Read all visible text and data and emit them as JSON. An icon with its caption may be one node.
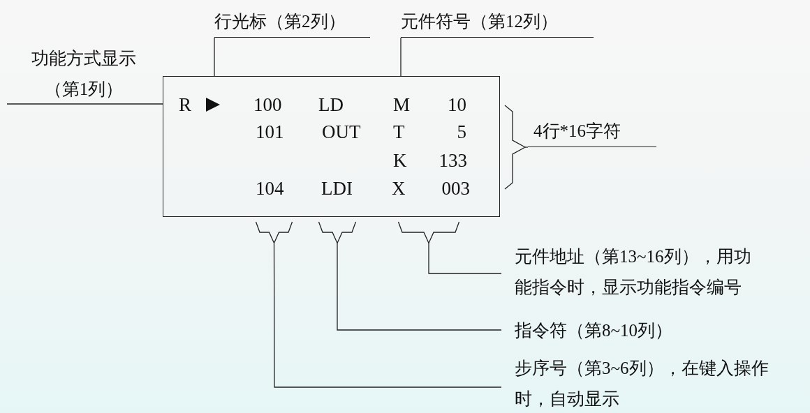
{
  "diagram": {
    "nodes": [
      {
        "text": [
          "R",
          "100",
          "LD",
          "M",
          "10",
          "101",
          "OUT",
          "T",
          "5",
          "K",
          "133",
          "104",
          "LDI",
          "X",
          "003"
        ]
      },
      {
        "text": [
          "功能方式显示（第1列）"
        ]
      },
      {
        "text": [
          "行光标（第2列）"
        ]
      },
      {
        "text": [
          "元件符号（第12列）"
        ]
      },
      {
        "text": [
          "4行*16字符"
        ]
      },
      {
        "text": [
          "元件地址（第13~16列），用功能指令时，显示功能指令编号"
        ]
      },
      {
        "text": [
          "指令符（第8~10列）"
        ]
      },
      {
        "text": [
          "步序号（第3~6列），在键入操作时，自动显示"
        ]
      },
      {
        "text": [],
        "shape": "bracket"
      },
      {
        "text": [],
        "shape": "bracket"
      },
      {
        "text": [],
        "shape": "bracket"
      },
      {
        "text": [],
        "shape": "brace"
      }
    ],
    "edges": [
      {
        "from": 1,
        "to": 0,
        "arrow": "none"
      },
      {
        "from": 2,
        "to": 0,
        "arrow": "none"
      },
      {
        "from": 3,
        "to": 0,
        "arrow": "none"
      },
      {
        "from": 4,
        "to": 11,
        "arrow": "none"
      },
      {
        "from": 5,
        "to": 10,
        "arrow": "none"
      },
      {
        "from": 6,
        "to": 9,
        "arrow": "none"
      },
      {
        "from": 7,
        "to": 8,
        "arrow": "none"
      }
    ]
  }
}
